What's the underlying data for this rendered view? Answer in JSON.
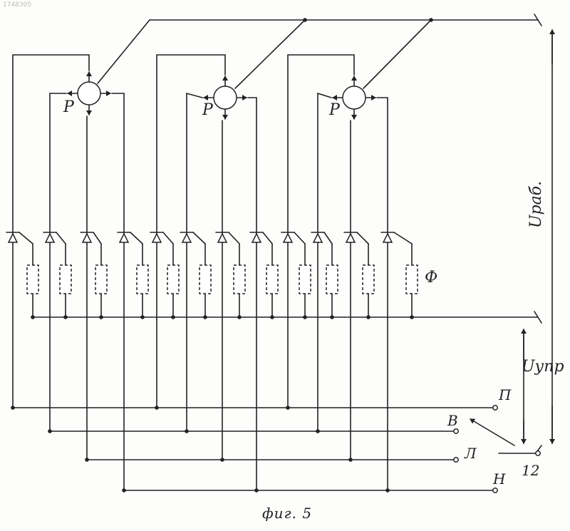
{
  "diagram": {
    "corner_number": "1748305",
    "caption": "фиг. 5",
    "relay_label": "Р",
    "filter_label": "Ф",
    "voltage_work": "Uраб.",
    "voltage_control": "Uупр",
    "terminals": [
      "П",
      "В",
      "Л",
      "Н"
    ],
    "switch_ref": "12"
  }
}
